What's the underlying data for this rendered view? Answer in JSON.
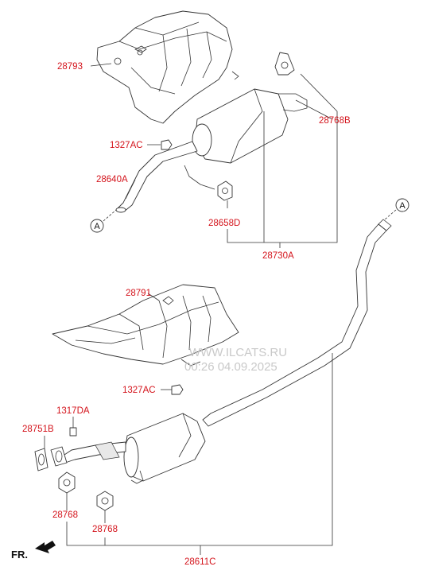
{
  "diagram": {
    "labels": {
      "p28793": "28793",
      "p28768B": "28768B",
      "p1327AC_top": "1327AC",
      "p28640A": "28640A",
      "p28658D": "28658D",
      "p28730A": "28730A",
      "p28791": "28791",
      "p1327AC_bottom": "1327AC",
      "p1317DA": "1317DA",
      "p28751B": "28751B",
      "p28768_left": "28768",
      "p28768_mid": "28768",
      "p28611C": "28611C"
    },
    "callouts": {
      "a_top_left": "A",
      "a_top_right": "A"
    },
    "direction_marker": "FR.",
    "watermark": {
      "line1": "WWW.ILCATS.RU",
      "line2": "00:26 04.09.2025"
    },
    "colors": {
      "label": "#d4141c",
      "line": "#333333",
      "background": "#ffffff"
    }
  }
}
